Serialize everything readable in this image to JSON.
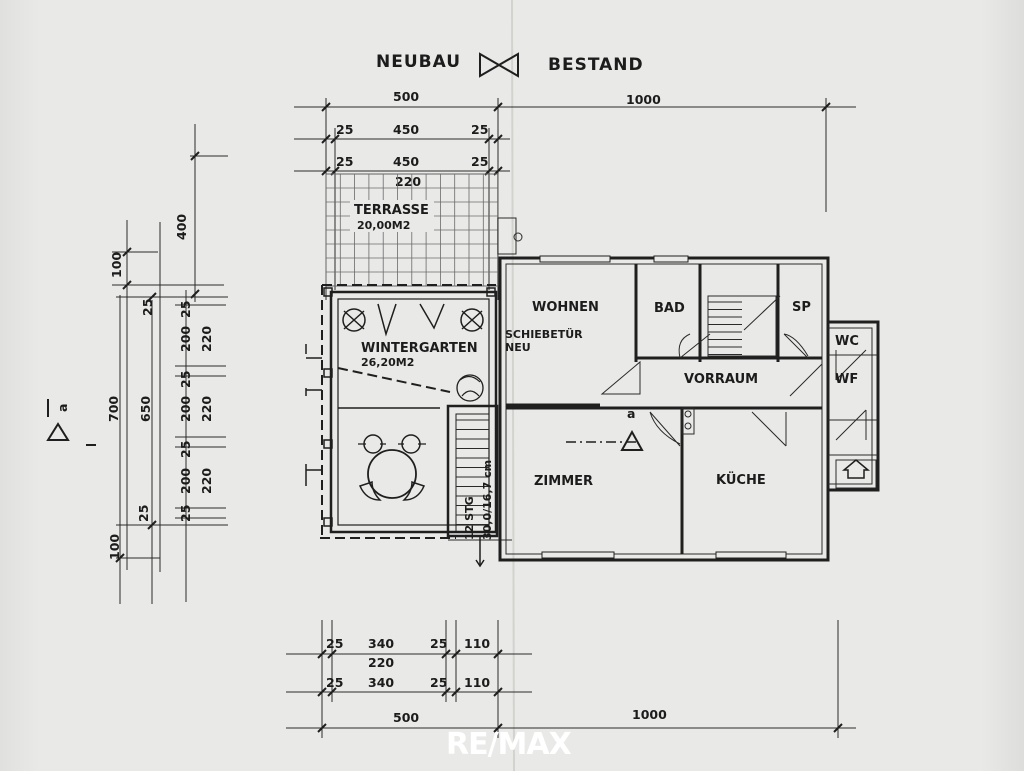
{
  "header": {
    "left_label": "NEUBAU",
    "right_label": "BESTAND"
  },
  "rooms": {
    "terrasse": "TERRASSE",
    "terrasse_area": "20,00M2",
    "wintergarten": "WINTERGARTEN",
    "wintergarten_area": "26,20M2",
    "wohnen": "WOHNEN",
    "bad": "BAD",
    "sp": "SP",
    "wc": "WC",
    "wf": "WF",
    "vorraum": "VORRAUM",
    "zimmer": "ZIMMER",
    "kueche": "KÜCHE",
    "schiebetuer_line1": "SCHIEBETÜR",
    "schiebetuer_line2": "NEU",
    "stair_line1": "12 STG",
    "stair_line2": "30,0/16,7 cm",
    "section_mark": "a"
  },
  "dimensions": {
    "top_total_new": "500",
    "top_total_old": "1000",
    "top_row1": [
      "25",
      "450",
      "25"
    ],
    "top_row2": [
      "25",
      "450",
      "25"
    ],
    "top_row2_sub": "220",
    "left_400": "400",
    "left_100_top": "100",
    "left_700": "700",
    "left_650": "650",
    "left_25_top": "25",
    "left_25_bottom": "25",
    "left_100_bottom": "100",
    "left_col_200": [
      "200",
      "200",
      "200"
    ],
    "left_col_25": [
      "25",
      "25",
      "25",
      "25"
    ],
    "left_col_220": [
      "220",
      "220",
      "220"
    ],
    "bottom_row1": [
      "25",
      "340",
      "25",
      "110"
    ],
    "bottom_row1_sub": "220",
    "bottom_row2": [
      "25",
      "340",
      "25",
      "110"
    ],
    "bottom_total_new": "500",
    "bottom_total_old": "1000"
  },
  "logo": {
    "text": "RE/MAX"
  }
}
